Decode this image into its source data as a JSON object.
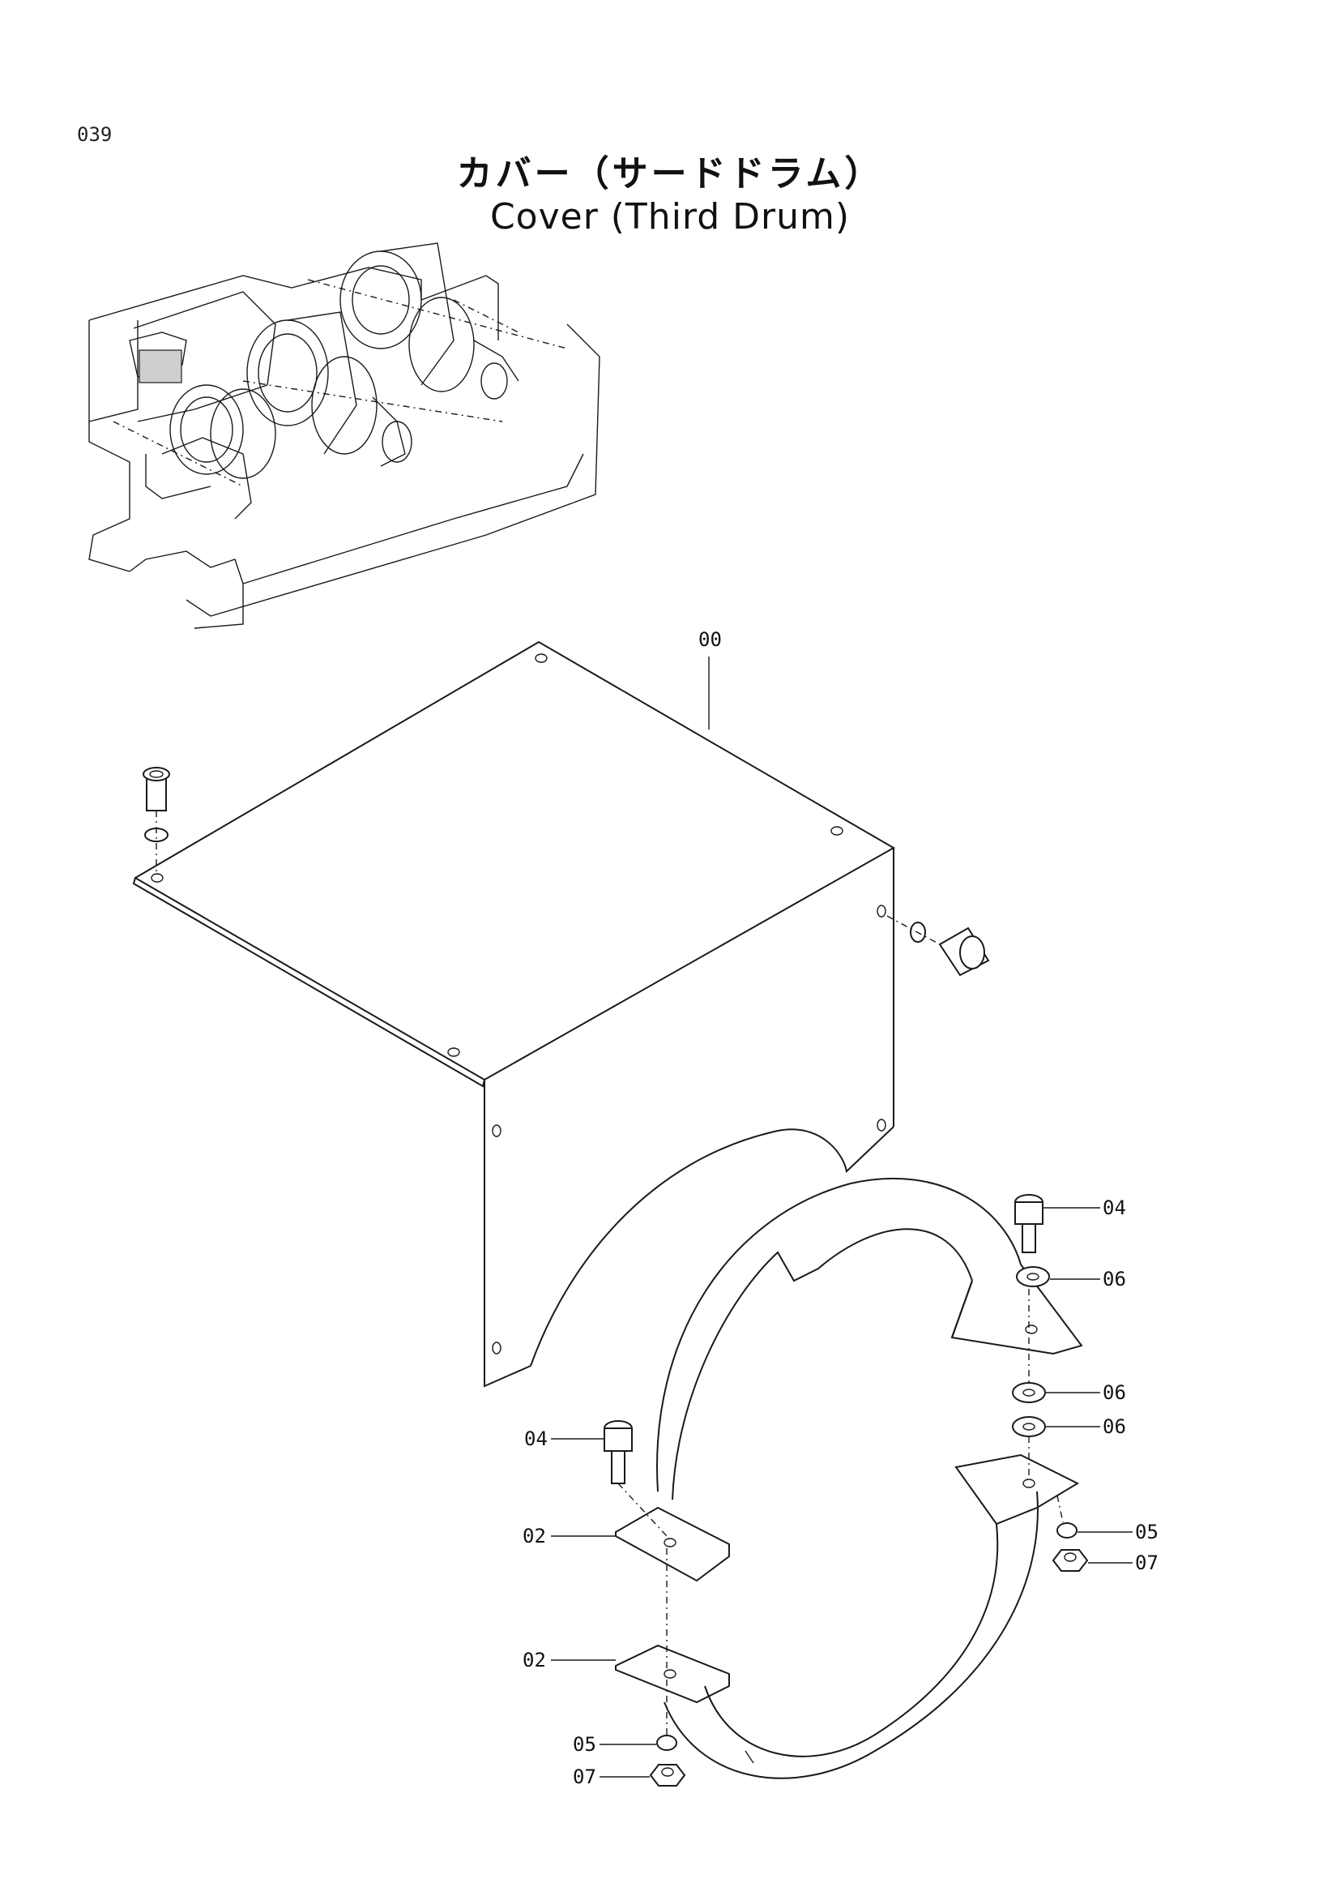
{
  "page": {
    "number": "039"
  },
  "title": {
    "japanese": "カバー（サードドラム）",
    "english": "Cover (Third Drum)"
  },
  "callouts": [
    {
      "id": "00"
    },
    {
      "id": "04"
    },
    {
      "id": "06"
    },
    {
      "id": "06"
    },
    {
      "id": "06"
    },
    {
      "id": "04"
    },
    {
      "id": "02"
    },
    {
      "id": "05"
    },
    {
      "id": "07"
    },
    {
      "id": "02"
    },
    {
      "id": "05"
    },
    {
      "id": "07"
    }
  ]
}
